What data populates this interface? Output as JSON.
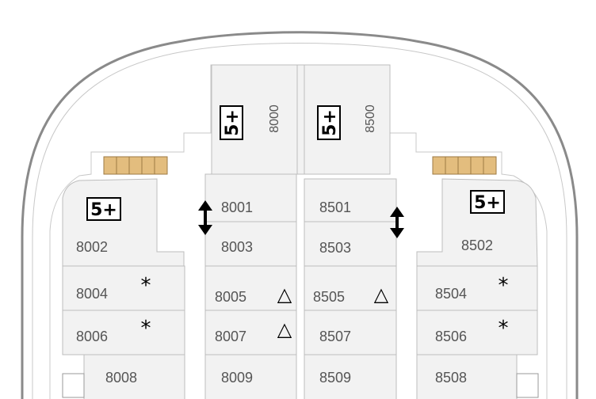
{
  "cabins": {
    "c8000": "8000",
    "c8500": "8500",
    "c8001": "8001",
    "c8501": "8501",
    "c8002": "8002",
    "c8502": "8502",
    "c8003": "8003",
    "c8503": "8503",
    "c8004": "8004",
    "c8504": "8504",
    "c8005": "8005",
    "c8505": "8505",
    "c8006": "8006",
    "c8506": "8506",
    "c8007": "8007",
    "c8507": "8507",
    "c8008": "8008",
    "c8508": "8508",
    "c8009": "8009",
    "c8509": "8509"
  },
  "badges": {
    "occupancy": "5+"
  },
  "symbols": {
    "asterisk": "*",
    "triangle": "△"
  },
  "colors": {
    "hull": "#8a8a8a",
    "room_fill": "#f2f2f2",
    "room_stroke": "#bdbdbd",
    "balcony": "#e3bd7e",
    "label": "#555555"
  }
}
